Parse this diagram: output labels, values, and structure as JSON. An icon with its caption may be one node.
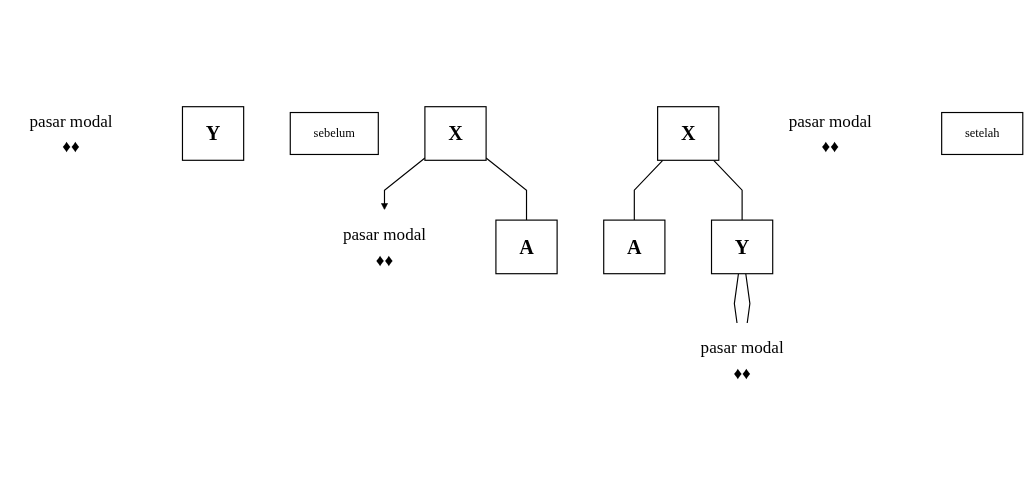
{
  "diagram": {
    "nodes": [
      {
        "text": [
          "pasar modal",
          "♦♦"
        ]
      },
      {
        "text": [
          "pasar modal",
          "♦♦"
        ]
      },
      {
        "text": [
          "X"
        ]
      },
      {
        "text": [
          "Y"
        ]
      },
      {
        "text": [
          "A"
        ]
      },
      {
        "text": [
          "sebelum"
        ]
      },
      {
        "text": [
          "pasar modal",
          "♦♦"
        ]
      },
      {
        "text": [
          "pasar modal",
          "♦♦"
        ]
      },
      {
        "text": [
          "X"
        ]
      },
      {
        "text": [
          "A"
        ]
      },
      {
        "text": [
          "Y"
        ]
      },
      {
        "text": [
          "setelah"
        ]
      }
    ],
    "edges": [
      {
        "from": 2,
        "to": 1,
        "arrow": "to"
      },
      {
        "from": 2,
        "to": 4,
        "arrow": "none"
      },
      {
        "from": 8,
        "to": 9,
        "arrow": "none"
      },
      {
        "from": 8,
        "to": 10,
        "arrow": "none"
      },
      {
        "from": 10,
        "to": 7,
        "arrow": "none"
      },
      {
        "from": 10,
        "to": 7,
        "arrow": "none"
      }
    ]
  }
}
